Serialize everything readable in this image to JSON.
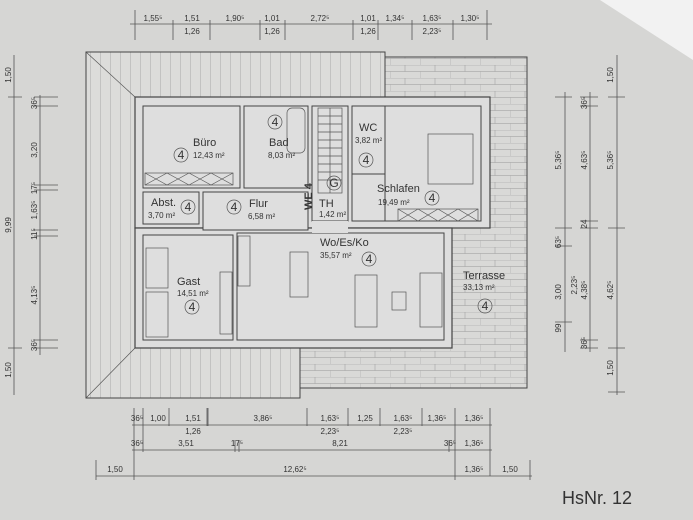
{
  "title": "HsNr. 12",
  "rooms": [
    {
      "name": "Büro",
      "area": "12,43 m²",
      "apartment": "4"
    },
    {
      "name": "Bad",
      "area": "8,03 m²",
      "apartment": "4"
    },
    {
      "name": "WC",
      "area": "3,82 m²",
      "apartment": "4"
    },
    {
      "name": "TH",
      "area": "1,42 m²"
    },
    {
      "name": "Schlafen",
      "area": "19,49 m²",
      "apartment": "4"
    },
    {
      "name": "Abst.",
      "area": "3,70 m²",
      "apartment": "4"
    },
    {
      "name": "Flur",
      "area": "6,58 m²",
      "apartment": "4"
    },
    {
      "name": "Wo/Es/Ko",
      "area": "35,57 m²",
      "apartment": "4"
    },
    {
      "name": "Gast",
      "area": "14,51 m²",
      "apartment": "4"
    },
    {
      "name": "Terrasse",
      "area": "33,13 m²",
      "apartment": "4"
    }
  ],
  "labels": {
    "entrance": "WE 4",
    "stair_marker": "G"
  },
  "dims_top": {
    "upper": [
      "1,55⁵",
      "1,51",
      "1,90⁵",
      "1,01",
      "2,72⁵",
      "1,01",
      "1,34⁵",
      "1,63⁵",
      "1,30⁵"
    ],
    "lower": [
      "1,26",
      "1,26",
      "1,26",
      "2,23⁵"
    ]
  },
  "dims_bottom": {
    "row1": [
      "36⁵",
      "1,00",
      "1,51",
      "3,86⁵",
      "1,63⁵",
      "1,25",
      "1,63⁵",
      "1,36⁵",
      "1,36⁵"
    ],
    "row1_lower": [
      "1,26",
      "2,23⁵",
      "2,23⁵"
    ],
    "row2": [
      "36⁵",
      "3,51",
      "17⁵",
      "8,21",
      "36⁵",
      "1,36⁵"
    ],
    "row3": [
      "1,50",
      "12,62⁵",
      "1,36⁵",
      "1,50"
    ]
  },
  "dims_left": {
    "outer": [
      "1,50",
      "9,99",
      "1,50"
    ],
    "inner": [
      "36⁵",
      "3,20",
      "17⁵",
      "1,63⁵",
      "11⁵",
      "4,13⁵",
      "36⁵"
    ]
  },
  "dims_right": {
    "col1": [
      "5,36⁵",
      "63⁵",
      "3,00",
      "99"
    ],
    "col2": [
      "36⁵",
      "4,63⁵",
      "24",
      "2,23⁵",
      "4,38⁵",
      "36⁵"
    ],
    "col3": [
      "1,50",
      "5,36⁵",
      "4,62⁵",
      "1,50"
    ]
  }
}
